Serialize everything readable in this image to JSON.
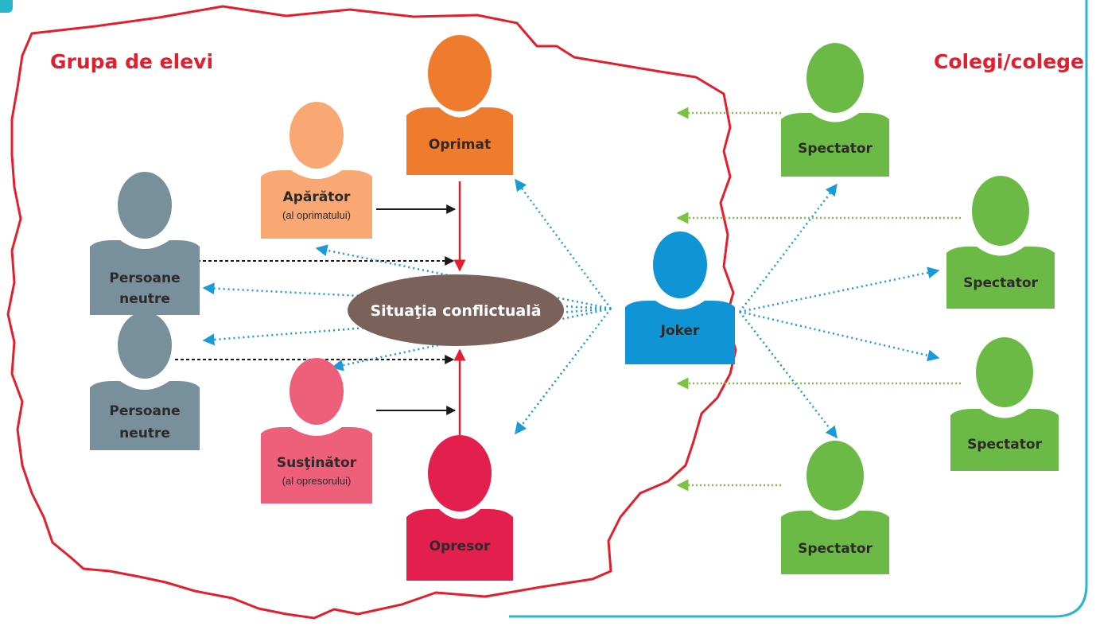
{
  "group_title": "Grupa de elevi",
  "colleagues_title": "Colegi/colege",
  "center_label": "Situaţia conflictuală",
  "colors": {
    "accent_red": "#e31e2d",
    "frame_teal": "#29b6c8",
    "arrow_blue": "#1a9bd7",
    "arrow_green": "#7cc242",
    "arrow_black": "#1a1a1a",
    "conflict_fill": "#7a625b",
    "oprimat": "#ef7b2c",
    "aparator": "#f9a873",
    "neutral": "#78909c",
    "sustinator": "#ee5f7a",
    "opresor": "#e31f4e",
    "joker": "#0f95d6",
    "spectator": "#6aba45"
  },
  "people": {
    "oprimat": {
      "label": "Oprimat",
      "sub": ""
    },
    "aparator": {
      "label": "Apărător",
      "sub": "(al oprimatului)"
    },
    "neutral_1": {
      "label_1": "Persoane",
      "label_2": "neutre"
    },
    "neutral_2": {
      "label_1": "Persoane",
      "label_2": "neutre"
    },
    "sustinator": {
      "label": "Susţinător",
      "sub": "(al opresorului)"
    },
    "opresor": {
      "label": "Opresor",
      "sub": ""
    },
    "joker": {
      "label": "Joker",
      "sub": ""
    },
    "spectator_1": {
      "label": "Spectator"
    },
    "spectator_2": {
      "label": "Spectator"
    },
    "spectator_3": {
      "label": "Spectator"
    },
    "spectator_4": {
      "label": "Spectator"
    }
  }
}
